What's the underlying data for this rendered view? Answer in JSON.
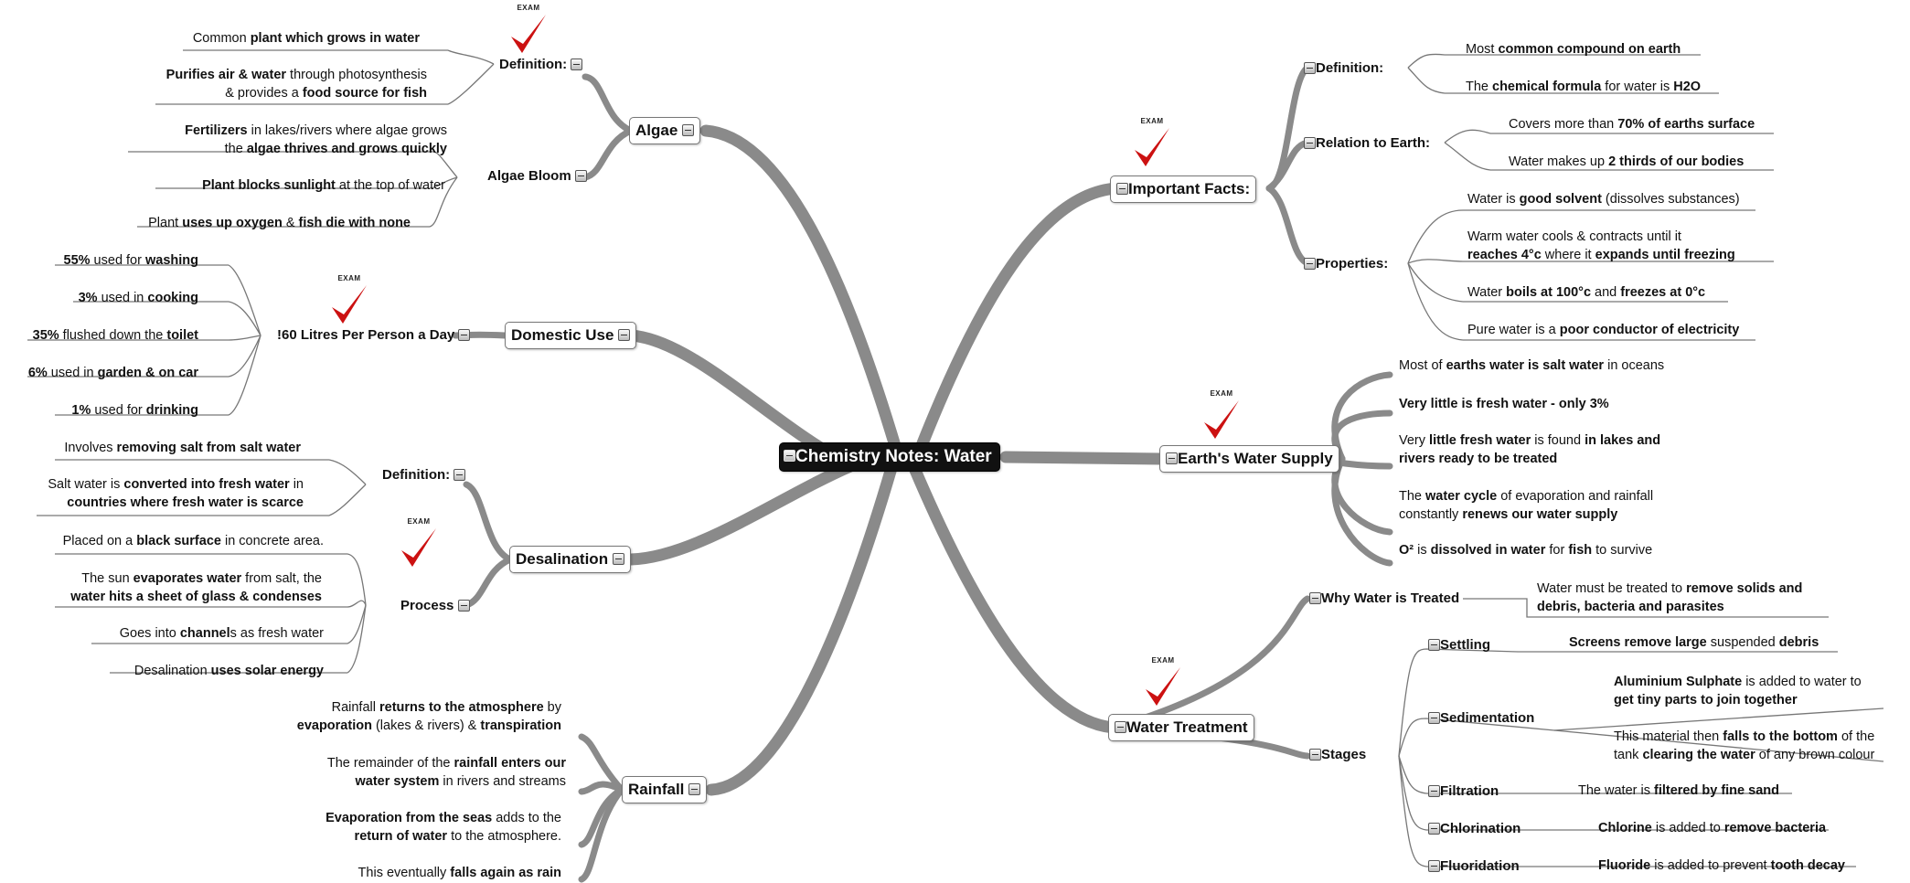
{
  "root": {
    "label": "Chemistry Notes: Water"
  },
  "colors": {
    "branch": "#8a8a8a",
    "thin_line": "#777777",
    "root_bg": "#111111",
    "tick": "#cc1111"
  },
  "icons": {
    "collapse": "collapse-box-icon",
    "exam": "exam-tick-icon"
  },
  "exam_badge": {
    "label": "EXAM"
  },
  "branches": {
    "algae": {
      "label": "Algae",
      "definition": {
        "label": "Definition:",
        "leaves": [
          [
            {
              "t": "Common "
            },
            {
              "b": "plant which grows in water"
            }
          ],
          [
            {
              "b": "Purifies air & water"
            },
            {
              "t": " through photosynthesis"
            },
            {
              "br": 1
            },
            {
              "t": "& provides a "
            },
            {
              "b": "food source for fish"
            }
          ]
        ]
      },
      "bloom": {
        "label": "Algae Bloom",
        "leaves": [
          [
            {
              "b": "Fertilizers"
            },
            {
              "t": " in lakes/rivers where algae grows"
            },
            {
              "br": 1
            },
            {
              "t": "the "
            },
            {
              "b": "algae thrives and grows quickly"
            }
          ],
          [
            {
              "b": "Plant blocks sunlight"
            },
            {
              "t": " at the top of water"
            }
          ],
          [
            {
              "t": "Plant "
            },
            {
              "b": "uses up oxygen"
            },
            {
              "t": " & "
            },
            {
              "b": "fish die with none"
            }
          ]
        ]
      }
    },
    "domestic": {
      "label": "Domestic Use",
      "litres": {
        "label": "!60 Litres Per Person a Day",
        "leaves": [
          [
            {
              "b": "55%"
            },
            {
              "t": " used for "
            },
            {
              "b": "washing"
            }
          ],
          [
            {
              "b": "3%"
            },
            {
              "t": " used in "
            },
            {
              "b": "cooking"
            }
          ],
          [
            {
              "b": "35%"
            },
            {
              "t": " flushed down the "
            },
            {
              "b": "toilet"
            }
          ],
          [
            {
              "b": "6%"
            },
            {
              "t": " used in "
            },
            {
              "b": "garden & on car"
            }
          ],
          [
            {
              "b": "1%"
            },
            {
              "t": " used for "
            },
            {
              "b": "drinking"
            }
          ]
        ]
      }
    },
    "desalination": {
      "label": "Desalination",
      "definition": {
        "label": "Definition:",
        "leaves": [
          [
            {
              "t": "Involves "
            },
            {
              "b": "removing salt from salt water"
            }
          ],
          [
            {
              "t": "Salt water is "
            },
            {
              "b": "converted into fresh water"
            },
            {
              "t": " in"
            },
            {
              "br": 1
            },
            {
              "b": "countries where fresh water is scarce"
            }
          ]
        ]
      },
      "process": {
        "label": "Process",
        "leaves": [
          [
            {
              "t": "Placed on a "
            },
            {
              "b": "black surface"
            },
            {
              "t": " in concrete area."
            }
          ],
          [
            {
              "t": "The sun "
            },
            {
              "b": "evaporates water"
            },
            {
              "t": " from salt, the"
            },
            {
              "br": 1
            },
            {
              "b": "water hits a sheet of glass & condenses"
            }
          ],
          [
            {
              "t": "Goes into "
            },
            {
              "b": "channel"
            },
            {
              "t": "s as fresh water"
            }
          ],
          [
            {
              "t": "Desalination "
            },
            {
              "b": "uses solar energy"
            }
          ]
        ]
      }
    },
    "rainfall": {
      "label": "Rainfall",
      "leaves": [
        [
          {
            "t": "Rainfall "
          },
          {
            "b": "returns to the atmosphere"
          },
          {
            "t": " by"
          },
          {
            "br": 1
          },
          {
            "b": "evaporation"
          },
          {
            "t": " (lakes & rivers) & "
          },
          {
            "b": "transpiration"
          }
        ],
        [
          {
            "t": "The remainder of the "
          },
          {
            "b": "rainfall enters our"
          },
          {
            "br": 1
          },
          {
            "b": "water system"
          },
          {
            "t": " in rivers and streams"
          }
        ],
        [
          {
            "b": "Evaporation from the seas"
          },
          {
            "t": " adds to the"
          },
          {
            "br": 1
          },
          {
            "b": "return of water"
          },
          {
            "t": " to the atmosphere."
          }
        ],
        [
          {
            "t": "This eventually "
          },
          {
            "b": "falls again as rain"
          }
        ]
      ]
    },
    "important": {
      "label": "Important Facts:",
      "definition": {
        "label": "Definition:",
        "leaves": [
          [
            {
              "t": "Most "
            },
            {
              "b": "common compound on earth"
            }
          ],
          [
            {
              "t": "The "
            },
            {
              "b": "chemical formula"
            },
            {
              "t": " for water is "
            },
            {
              "b": "H2O"
            }
          ]
        ]
      },
      "relation": {
        "label": "Relation to Earth:",
        "leaves": [
          [
            {
              "t": "Covers more than "
            },
            {
              "b": "70% of earths surface"
            }
          ],
          [
            {
              "t": "Water makes up "
            },
            {
              "b": "2 thirds of our bodies"
            }
          ]
        ]
      },
      "properties": {
        "label": "Properties:",
        "leaves": [
          [
            {
              "t": "Water is "
            },
            {
              "b": "good solvent"
            },
            {
              "t": " (dissolves substances)"
            }
          ],
          [
            {
              "t": "Warm water cools & contracts until it"
            },
            {
              "br": 1
            },
            {
              "b": "reaches 4°c"
            },
            {
              "t": " where it "
            },
            {
              "b": "expands until freezing"
            }
          ],
          [
            {
              "t": "Water "
            },
            {
              "b": "boils at 100°c"
            },
            {
              "t": " and "
            },
            {
              "b": "freezes at 0°c"
            }
          ],
          [
            {
              "t": "Pure water is a "
            },
            {
              "b": "poor conductor of electricity"
            }
          ]
        ]
      }
    },
    "supply": {
      "label": "Earth's Water Supply",
      "leaves": [
        [
          {
            "t": "Most of "
          },
          {
            "b": "earths water is salt water"
          },
          {
            "t": " in oceans"
          }
        ],
        [
          {
            "b": "Very little is fresh water - only 3%"
          }
        ],
        [
          {
            "t": "Very "
          },
          {
            "b": "little fresh water"
          },
          {
            "t": " is found "
          },
          {
            "b": "in lakes and"
          },
          {
            "br": 1
          },
          {
            "b": "rivers ready to be treated"
          }
        ],
        [
          {
            "t": "The "
          },
          {
            "b": "water cycle"
          },
          {
            "t": " of evaporation and rainfall"
          },
          {
            "br": 1
          },
          {
            "t": "constantly "
          },
          {
            "b": "renews our water supply"
          }
        ],
        [
          {
            "b": "O²"
          },
          {
            "t": " is "
          },
          {
            "b": "dissolved in water"
          },
          {
            "t": " for "
          },
          {
            "b": "fish"
          },
          {
            "t": " to survive"
          }
        ]
      ]
    },
    "treatment": {
      "label": "Water Treatment",
      "why": {
        "label": "Why Water is Treated",
        "leaves": [
          [
            {
              "t": "Water must be treated to "
            },
            {
              "b": "remove solids and"
            },
            {
              "br": 1
            },
            {
              "b": "debris, bacteria and parasites"
            }
          ]
        ]
      },
      "stages": {
        "label": "Stages",
        "settling": {
          "label": "Settling",
          "leaves": [
            [
              {
                "b": "Screens remove large"
              },
              {
                "t": " suspended "
              },
              {
                "b": "debris"
              }
            ]
          ]
        },
        "sedimentation": {
          "label": "Sedimentation",
          "leaves": [
            [
              {
                "b": "Aluminium Sulphate"
              },
              {
                "t": " is added to water to"
              },
              {
                "br": 1
              },
              {
                "b": "get tiny parts to join together"
              }
            ],
            [
              {
                "t": "This material then "
              },
              {
                "b": "falls to the bottom"
              },
              {
                "t": " of the"
              },
              {
                "br": 1
              },
              {
                "t": "tank "
              },
              {
                "b": "clearing the water"
              },
              {
                "t": " of any brown colour"
              }
            ]
          ]
        },
        "filtration": {
          "label": "Filtration",
          "leaves": [
            [
              {
                "t": "The water is "
              },
              {
                "b": "filtered by fine sand"
              }
            ]
          ]
        },
        "chlorination": {
          "label": "Chlorination",
          "leaves": [
            [
              {
                "b": "Chlorine"
              },
              {
                "t": " is added to "
              },
              {
                "b": "remove bacteria"
              }
            ]
          ]
        },
        "fluoridation": {
          "label": "Fluoridation",
          "leaves": [
            [
              {
                "b": "Fluoride"
              },
              {
                "t": " is added to prevent "
              },
              {
                "b": "tooth decay"
              }
            ]
          ]
        }
      }
    }
  }
}
